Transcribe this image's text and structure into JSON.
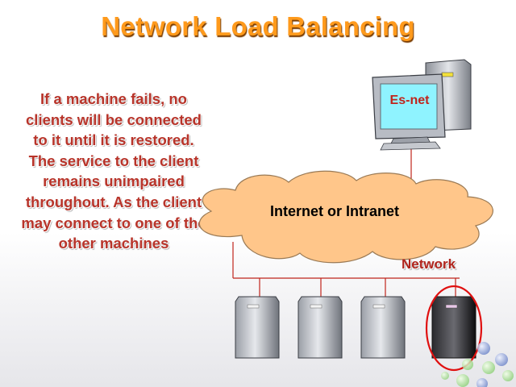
{
  "slide": {
    "title": "Network Load Balancing",
    "body": "If a machine fails, no clients will be connected to it until it is restored. The service to the client remains unimpaired throughout. As the client may connect to one of the other machines"
  },
  "diagram": {
    "client_label": "Es-net",
    "cloud_label": "Internet or Intranet",
    "network_label": "Network",
    "server_count": 4,
    "failed_server_index": 3,
    "colors": {
      "title": "#ff9a1c",
      "body_text": "#b8342a",
      "cloud_fill": "#ffc68a",
      "monitor_screen": "#8ff3ff",
      "failed_highlight": "#e01010",
      "connector": "#c0241c"
    }
  }
}
